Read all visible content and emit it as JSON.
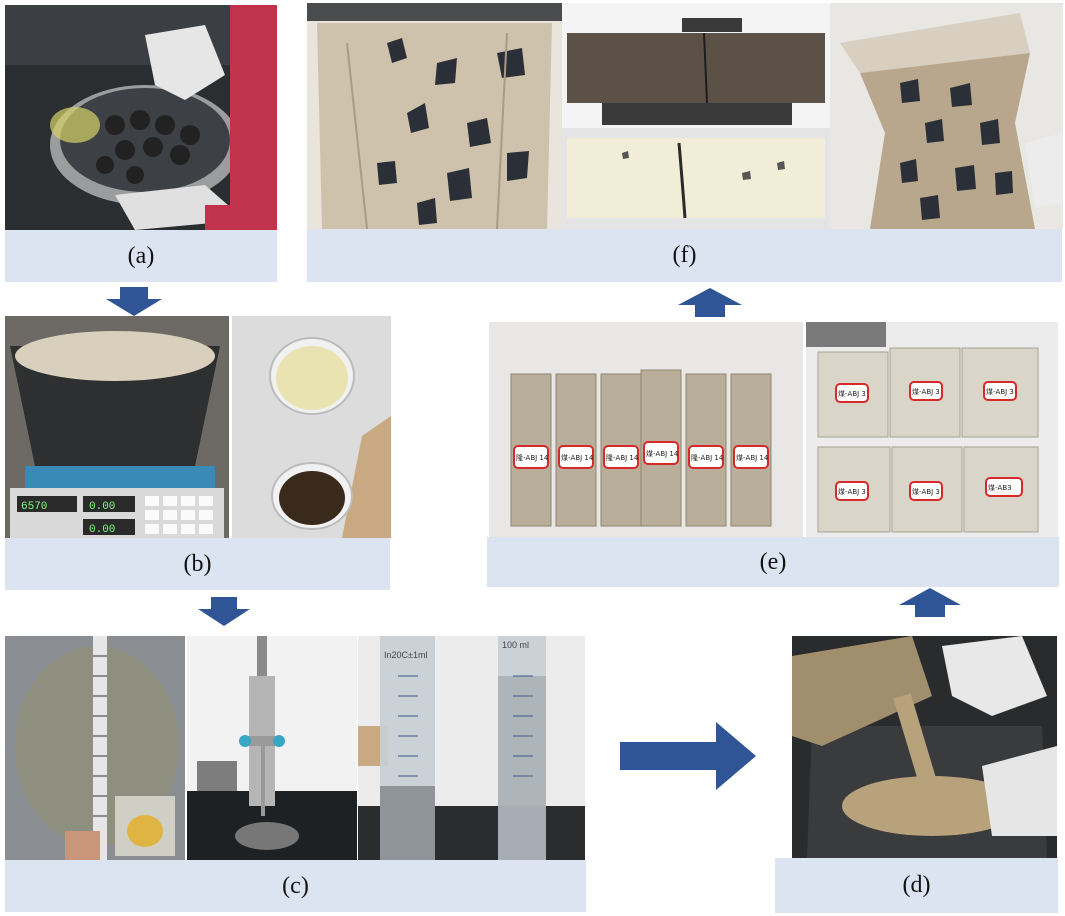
{
  "panels": {
    "a": {
      "label": "(a)"
    },
    "b": {
      "label": "(b)"
    },
    "c": {
      "label": "(c)"
    },
    "d": {
      "label": "(d)"
    },
    "e": {
      "label": "(e)"
    },
    "f": {
      "label": "(f)"
    }
  },
  "colors": {
    "label_bar": "#dce3f1",
    "arrow": "#2f5597"
  },
  "photo_text": {
    "scale_readout_1": "6570",
    "scale_readout_2": "0.00",
    "scale_readout_3": "0.00",
    "cylinder_mark_1": "100 ml",
    "cylinder_mark_2": "In20C±1ml",
    "block_tags_e1": [
      "隆-ABJ 14",
      "煤-ABJ 14",
      "隆-ABJ 14",
      "煤-ABJ 14",
      "隆-ABJ 14",
      "煤-ABJ 14"
    ],
    "block_tags_e2": [
      "煤-ABJ 3",
      "煤-ABJ 3",
      "煤-ABJ 3",
      "煤-ABJ 3",
      "煤-ABJ 3",
      "煤-AB3"
    ]
  }
}
